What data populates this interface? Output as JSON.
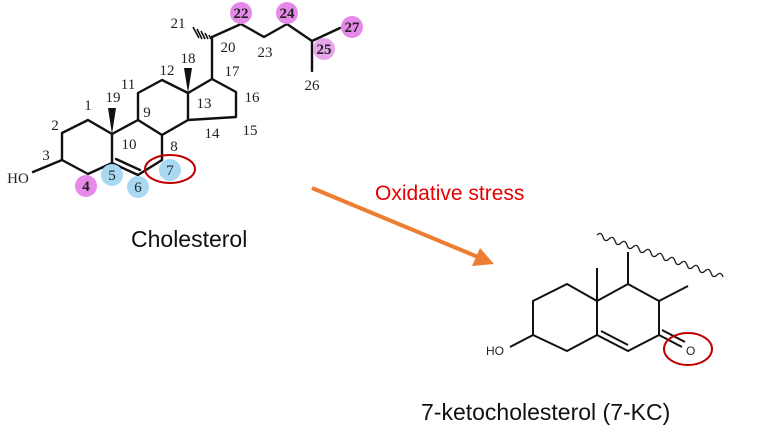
{
  "cholesterol": {
    "name": "Cholesterol",
    "hydroxyl": "HO",
    "carbon_numbers": [
      "1",
      "2",
      "3",
      "8",
      "9",
      "10",
      "11",
      "12",
      "13",
      "14",
      "15",
      "16",
      "17",
      "18",
      "19",
      "20",
      "21",
      "23",
      "26"
    ],
    "highlighted_pink": [
      "4",
      "22",
      "24",
      "25",
      "27"
    ],
    "highlighted_blue": [
      "5",
      "6",
      "7"
    ],
    "circled": "7"
  },
  "arrow": {
    "label": "Oxidative stress"
  },
  "product": {
    "name": "7-ketocholesterol (7-KC)",
    "hydroxyl": "HO",
    "oxygen": "O"
  },
  "colors": {
    "arrow": "#ED7D31",
    "label": "#E60000",
    "circle": "#C00000",
    "pink": "#E58AE8",
    "blue": "#A8D8F2"
  }
}
